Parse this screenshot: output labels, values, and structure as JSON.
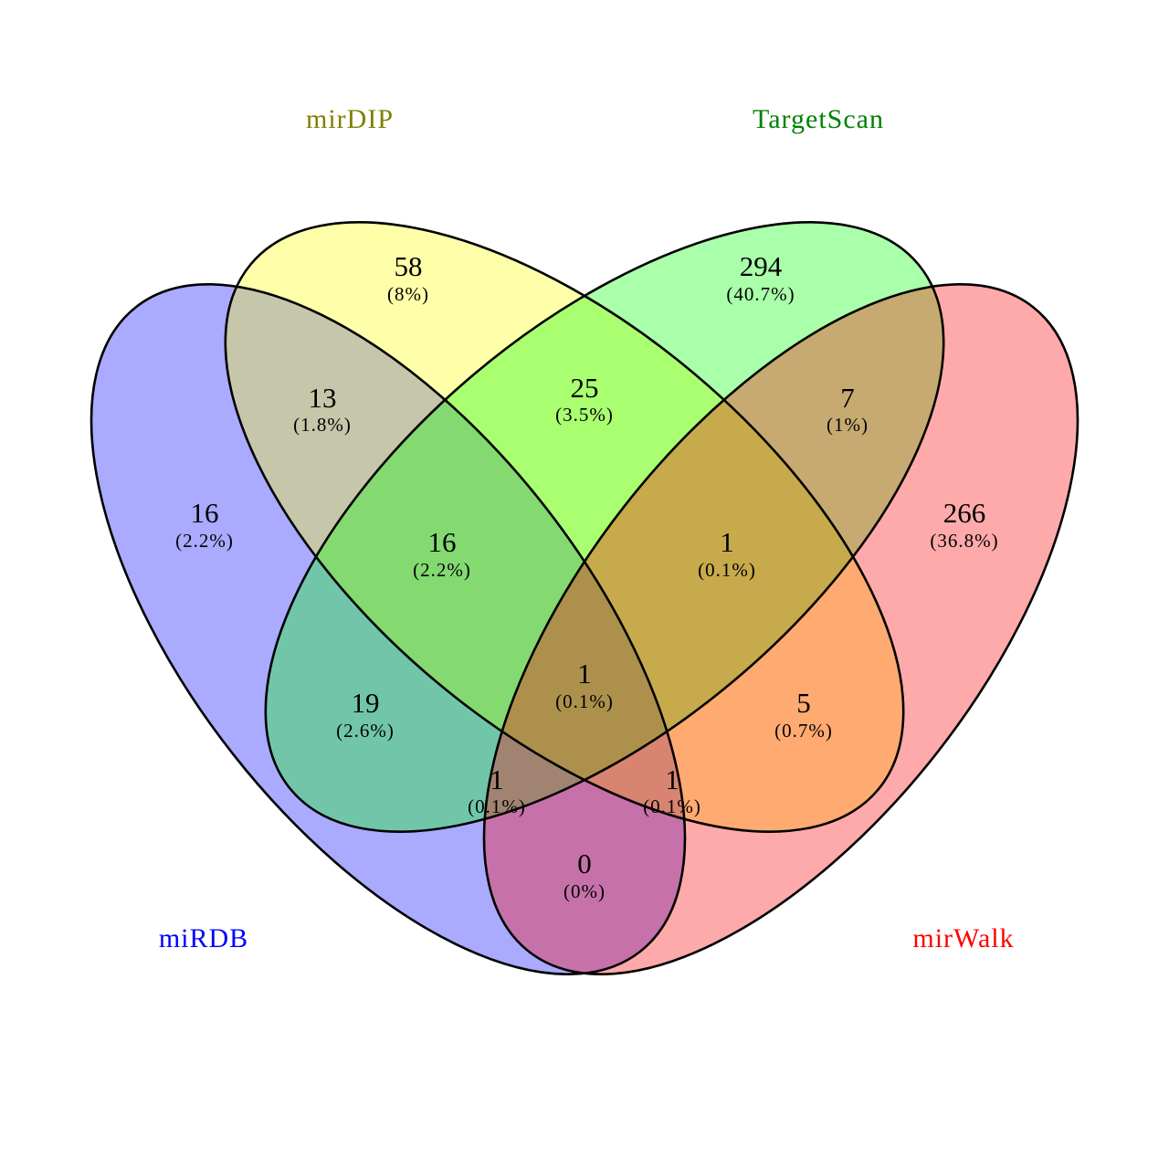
{
  "chart_data": {
    "type": "venn",
    "title": "",
    "sets": [
      {
        "name": "miRDB",
        "color": "#0000ff"
      },
      {
        "name": "mirDIP",
        "color": "#808000"
      },
      {
        "name": "TargetScan",
        "color": "#008000"
      },
      {
        "name": "mirWalk",
        "color": "#ff0000"
      }
    ],
    "regions": [
      {
        "sets": [
          "miRDB"
        ],
        "count": 16,
        "percent": "2.2%"
      },
      {
        "sets": [
          "mirDIP"
        ],
        "count": 58,
        "percent": "8%"
      },
      {
        "sets": [
          "TargetScan"
        ],
        "count": 294,
        "percent": "40.7%"
      },
      {
        "sets": [
          "mirWalk"
        ],
        "count": 266,
        "percent": "36.8%"
      },
      {
        "sets": [
          "miRDB",
          "mirDIP"
        ],
        "count": 13,
        "percent": "1.8%"
      },
      {
        "sets": [
          "mirDIP",
          "TargetScan"
        ],
        "count": 25,
        "percent": "3.5%"
      },
      {
        "sets": [
          "TargetScan",
          "mirWalk"
        ],
        "count": 7,
        "percent": "1%"
      },
      {
        "sets": [
          "miRDB",
          "mirDIP",
          "TargetScan"
        ],
        "count": 16,
        "percent": "2.2%"
      },
      {
        "sets": [
          "mirDIP",
          "TargetScan",
          "mirWalk"
        ],
        "count": 1,
        "percent": "0.1%"
      },
      {
        "sets": [
          "miRDB",
          "TargetScan"
        ],
        "count": 19,
        "percent": "2.6%"
      },
      {
        "sets": [
          "miRDB",
          "mirDIP",
          "TargetScan",
          "mirWalk"
        ],
        "count": 1,
        "percent": "0.1%"
      },
      {
        "sets": [
          "mirDIP",
          "mirWalk"
        ],
        "count": 5,
        "percent": "0.7%"
      },
      {
        "sets": [
          "miRDB",
          "mirDIP",
          "mirWalk"
        ],
        "count": 1,
        "percent": "0.1%"
      },
      {
        "sets": [
          "miRDB",
          "TargetScan",
          "mirWalk"
        ],
        "count": 1,
        "percent": "0.1%"
      },
      {
        "sets": [
          "miRDB",
          "mirWalk"
        ],
        "count": 0,
        "percent": "0%"
      }
    ]
  },
  "labels": {
    "mirdip": "mirDIP",
    "targetscan": "TargetScan",
    "mirdb": "miRDB",
    "mirwalk": "mirWalk"
  },
  "regions": {
    "mirdb_only": {
      "count": "16",
      "pct": "(2.2%)"
    },
    "mirdip_only": {
      "count": "58",
      "pct": "(8%)"
    },
    "targetscan_only": {
      "count": "294",
      "pct": "(40.7%)"
    },
    "mirwalk_only": {
      "count": "266",
      "pct": "(36.8%)"
    },
    "mirdb_mirdip": {
      "count": "13",
      "pct": "(1.8%)"
    },
    "mirdip_targetscan": {
      "count": "25",
      "pct": "(3.5%)"
    },
    "targetscan_mirwalk": {
      "count": "7",
      "pct": "(1%)"
    },
    "mirdb_mirdip_targetscan": {
      "count": "16",
      "pct": "(2.2%)"
    },
    "mirdip_targetscan_mirwalk": {
      "count": "1",
      "pct": "(0.1%)"
    },
    "mirdb_targetscan": {
      "count": "19",
      "pct": "(2.6%)"
    },
    "all_four": {
      "count": "1",
      "pct": "(0.1%)"
    },
    "mirdip_mirwalk": {
      "count": "5",
      "pct": "(0.7%)"
    },
    "mirdb_mirdip_mirwalk": {
      "count": "1",
      "pct": "(0.1%)"
    },
    "mirdb_targetscan_mirwalk": {
      "count": "1",
      "pct": "(0.1%)"
    },
    "mirdb_mirwalk": {
      "count": "0",
      "pct": "(0%)"
    }
  },
  "colors": {
    "mirdb": "#0000ff",
    "mirdip": "#ffff00",
    "targetscan": "#00ff00",
    "mirwalk": "#ff0000",
    "title_mirdb": "#0000ff",
    "title_mirdip": "#808000",
    "title_targetscan": "#008000",
    "title_mirwalk": "#ff0000"
  }
}
